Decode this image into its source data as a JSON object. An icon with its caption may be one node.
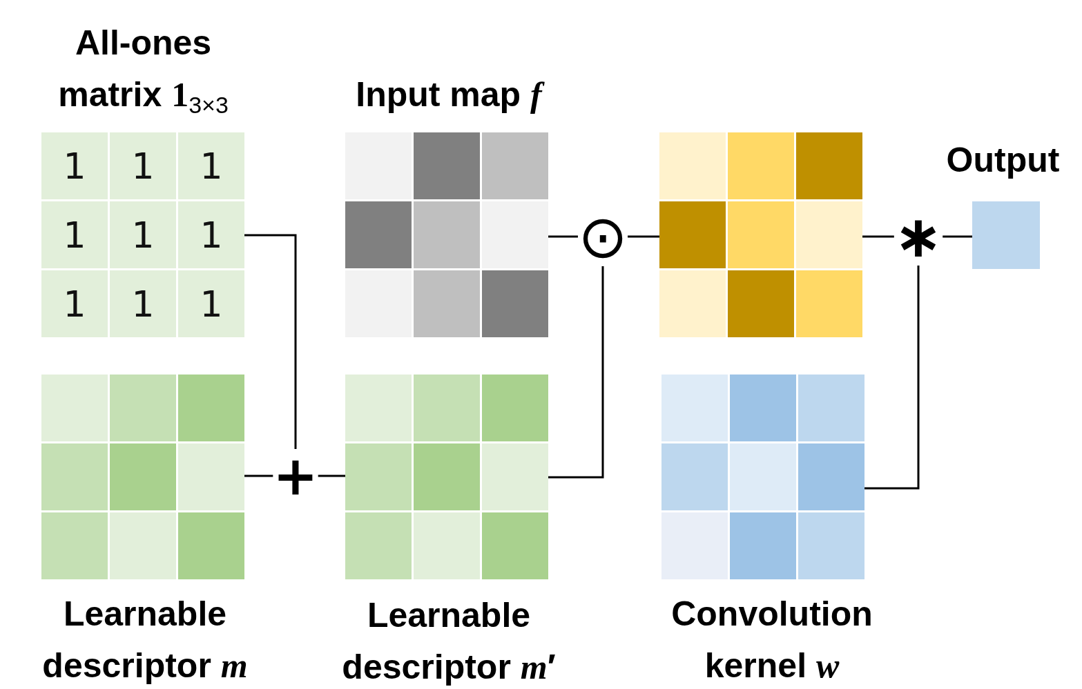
{
  "diagram": {
    "nodes": [
      {
        "text": [
          "All-ones matrix **1**$_{3×3}$",
          "1",
          "1",
          "1",
          "1",
          "1",
          "1",
          "1",
          "1",
          "1"
        ]
      },
      {
        "text": [
          "Learnable descriptor *m*"
        ]
      },
      {
        "text": [
          "+"
        ]
      },
      {
        "text": [
          "Input map *f*"
        ]
      },
      {
        "text": [
          "Learnable descriptor *m*′"
        ]
      },
      {
        "text": [
          "⊙"
        ]
      },
      {
        "text": [],
        "shape": "box"
      },
      {
        "text": [
          "Convolution kernel *w*"
        ]
      },
      {
        "text": [
          "∗"
        ]
      },
      {
        "text": [
          "Output"
        ]
      }
    ],
    "edges": [
      {
        "from": 0,
        "to": 2,
        "arrow": "none"
      },
      {
        "from": 1,
        "to": 2,
        "arrow": "none"
      },
      {
        "from": 2,
        "to": 4,
        "arrow": "none"
      },
      {
        "from": 3,
        "to": 5,
        "arrow": "none"
      },
      {
        "from": 4,
        "to": 5,
        "arrow": "none"
      },
      {
        "from": 5,
        "to": 6,
        "arrow": "none"
      },
      {
        "from": 6,
        "to": 8,
        "arrow": "none"
      },
      {
        "from": 7,
        "to": 8,
        "arrow": "none"
      },
      {
        "from": 8,
        "to": 9,
        "arrow": "none"
      }
    ]
  }
}
